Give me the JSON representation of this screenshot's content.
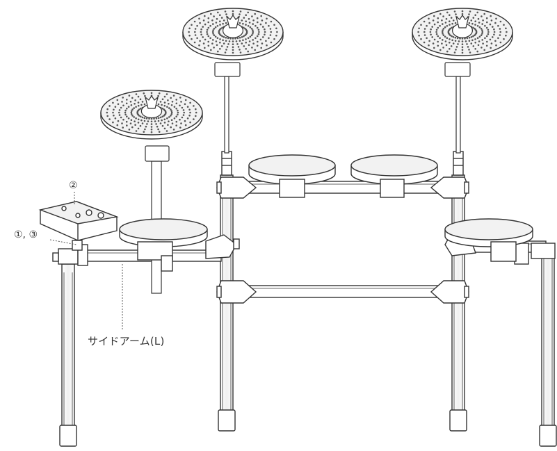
{
  "diagram": {
    "labels": {
      "module_number": "②",
      "mount_numbers": "①, ③",
      "side_arm": "サイドアーム(L)"
    },
    "colors": {
      "line": "#333333",
      "fill": "#ffffff",
      "pad_fill": "#f2f2f2",
      "dot": "#555555"
    }
  }
}
